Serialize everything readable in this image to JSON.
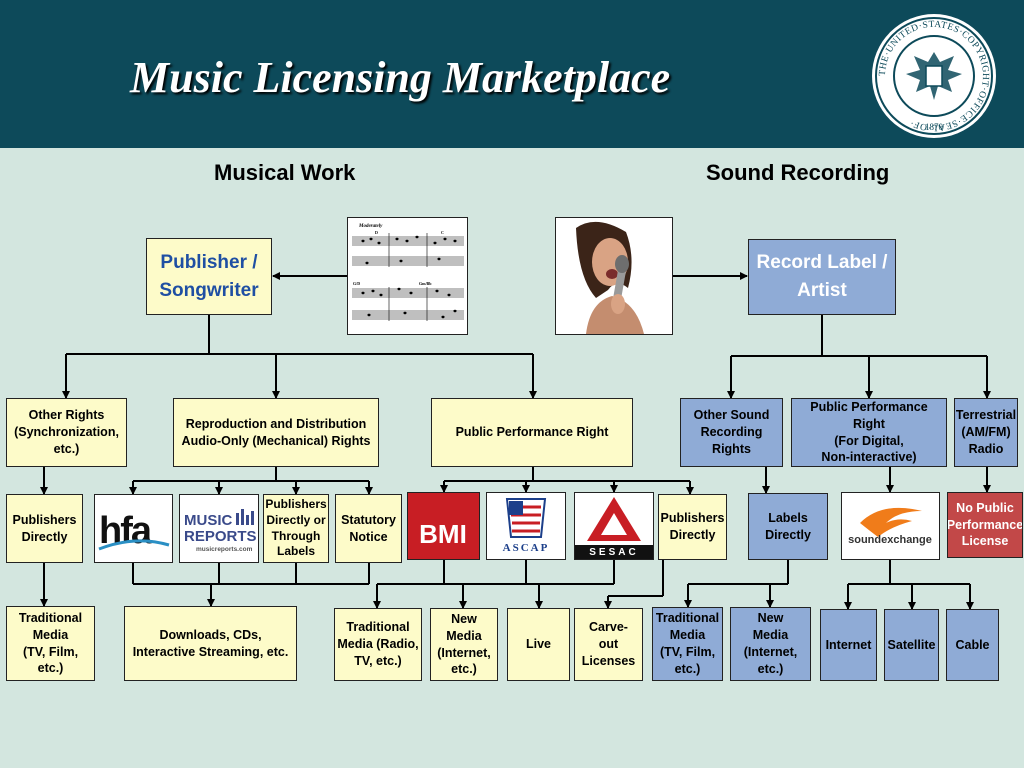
{
  "header": {
    "title": "Music Licensing Marketplace",
    "seal_text": "THE·UNITED·STATES·COPYRIGHT·OFFICE·SEAL·OF·",
    "seal_year": "1870"
  },
  "sections": {
    "musical_work": "Musical Work",
    "sound_recording": "Sound Recording"
  },
  "sheet_music": {
    "tempo": "Moderately",
    "chord1": "D",
    "chord2": "C",
    "chord3": "G/D",
    "chord4": "Gm/Bb"
  },
  "nodes": {
    "publisher": "Publisher /\nSongwriter",
    "record_label": "Record Label /\nArtist",
    "other_rights": "Other Rights\n(Synchronization,\netc.)",
    "repro_rights": "Reproduction and Distribution\nAudio-Only (Mechanical) Rights",
    "public_perf": "Public Performance Right",
    "other_sound": "Other Sound\nRecording\nRights",
    "public_perf_digital": "Public Performance Right\n(For Digital,\nNon-interactive)",
    "terrestrial": "Terrestrial\n(AM/FM)\nRadio",
    "publishers_directly_1": "Publishers\nDirectly",
    "publishers_through": "Publishers\nDirectly or\nThrough\nLabels",
    "statutory": "Statutory\nNotice",
    "publishers_directly_2": "Publishers\nDirectly",
    "labels_directly": "Labels\nDirectly",
    "no_public": "No Public\nPerformance\nLicense",
    "trad_media_1": "Traditional\nMedia\n(TV, Film,\netc.)",
    "downloads": "Downloads, CDs,\nInteractive Streaming, etc.",
    "trad_media_radio": "Traditional\nMedia (Radio,\nTV, etc.)",
    "new_media_1": "New\nMedia\n(Internet,\netc.)",
    "live": "Live",
    "carve_out": "Carve-\nout\nLicenses",
    "trad_media_2": "Traditional\nMedia\n(TV, Film,\netc.)",
    "new_media_2": "New\nMedia\n(Internet,\netc.)",
    "internet": "Internet",
    "satellite": "Satellite",
    "cable": "Cable"
  },
  "logos": {
    "hfa": "hfa",
    "music_reports_1": "MUSIC",
    "music_reports_2": "REPORTS",
    "music_reports_url": "musicreports.com",
    "bmi": "BMI",
    "ascap": "ASCAP",
    "sesac": "SESAC",
    "soundexchange": "soundexchange"
  },
  "colors": {
    "header_bg": "#0d4a5a",
    "background": "#d3e6df",
    "yellow_box": "#fdfbc9",
    "blue_box": "#8fabd6",
    "red_box": "#c24848",
    "bmi_red": "#c81e24",
    "soundexchange_orange": "#f07c1a"
  }
}
